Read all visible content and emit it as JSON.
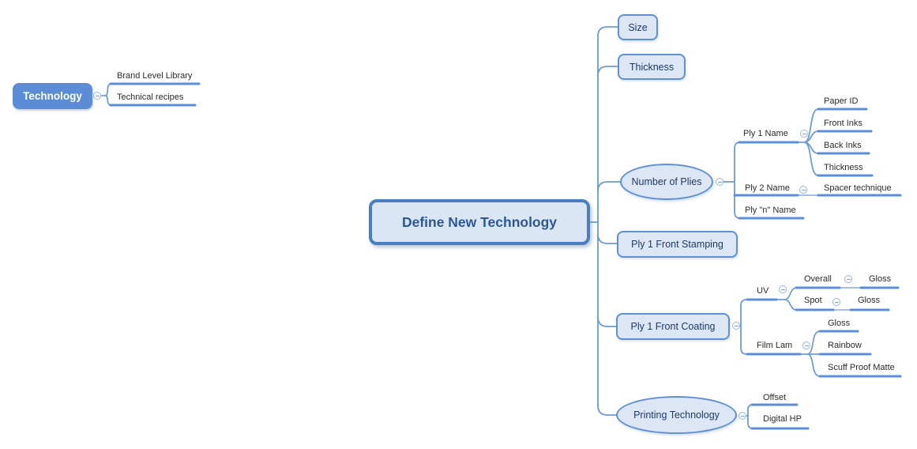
{
  "colors": {
    "background": "#ffffff",
    "branch_line": "#6f9bd6",
    "topic_underline": "#5b8dd9",
    "topic_fill": "#dce6f4",
    "topic_border": "#5f90d6",
    "topic_text": "#1f3a63",
    "root_fill": "#5b8cd5",
    "root_text": "#ffffff",
    "central_border": "#4a7ec0",
    "central_text": "#2b5797",
    "plain_label_text": "#2b2b2b"
  },
  "left_tree": {
    "root": {
      "label": "Technology"
    },
    "children": [
      {
        "label": "Brand Level Library"
      },
      {
        "label": "Technical recipes"
      }
    ]
  },
  "main_tree": {
    "root": {
      "label": "Define New Technology"
    },
    "children": [
      {
        "label": "Size"
      },
      {
        "label": "Thickness"
      },
      {
        "label": "Number of Plies",
        "children": [
          {
            "label": "Ply 1 Name",
            "children": [
              {
                "label": "Paper ID"
              },
              {
                "label": "Front Inks"
              },
              {
                "label": "Back Inks"
              },
              {
                "label": "Thickness"
              }
            ]
          },
          {
            "label": "Ply 2 Name",
            "children": [
              {
                "label": "Spacer technique"
              }
            ]
          },
          {
            "label": "Ply \"n\" Name"
          }
        ]
      },
      {
        "label": "Ply 1 Front Stamping"
      },
      {
        "label": "Ply 1 Front Coating",
        "children": [
          {
            "label": "UV",
            "children": [
              {
                "label": "Overall",
                "children": [
                  {
                    "label": "Gloss"
                  }
                ]
              },
              {
                "label": "Spot",
                "children": [
                  {
                    "label": "Gloss"
                  }
                ]
              }
            ]
          },
          {
            "label": "Film Lam",
            "children": [
              {
                "label": "Gloss"
              },
              {
                "label": "Rainbow"
              },
              {
                "label": "Scuff Proof Matte"
              }
            ]
          }
        ]
      },
      {
        "label": "Printing Technology",
        "children": [
          {
            "label": "Offset"
          },
          {
            "label": "Digital HP"
          }
        ]
      }
    ]
  }
}
